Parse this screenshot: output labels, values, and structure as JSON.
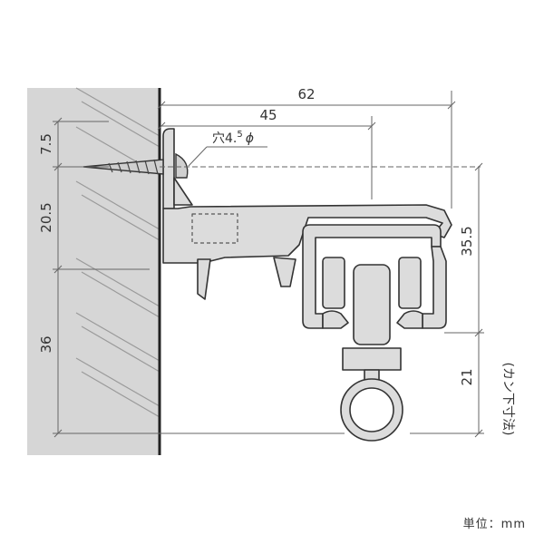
{
  "dimensions": {
    "horizontal_total": "62",
    "horizontal_inner": "45",
    "v_top": "7.5",
    "v_mid": "20.5",
    "v_bottom": "36",
    "v_right_upper": "35.5",
    "v_right_lower": "21"
  },
  "labels": {
    "hole_prefix": "穴4.",
    "hole_sup": "5",
    "hole_phi": "ϕ",
    "right_note": "(カン下寸法)",
    "unit": "単位：mm"
  },
  "colors": {
    "wall": "#d6d6d6",
    "part_fill": "#dcdcdc",
    "outline": "#333333",
    "dim_line": "#666666"
  }
}
